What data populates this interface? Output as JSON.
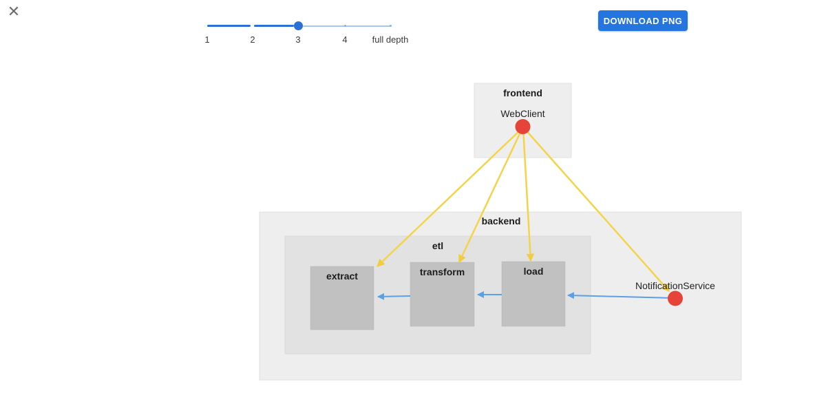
{
  "header": {
    "close_icon": "✕",
    "download_button_label": "DOWNLOAD PNG"
  },
  "depth_slider": {
    "selected_value": "3",
    "marks": [
      {
        "label": "1"
      },
      {
        "label": "2"
      },
      {
        "label": "3"
      },
      {
        "label": "4"
      },
      {
        "label": "full depth"
      }
    ]
  },
  "colors": {
    "button_blue": "#2575e0",
    "slider_active": "#2b70d4",
    "slider_rail": "#a7c6ef",
    "edge_call": "#f5d349",
    "edge_flow": "#58a0e8",
    "node_red": "#e64438",
    "group_fill": "#eeeeee",
    "subgroup_fill": "#e2e2e2",
    "leaf_fill": "#c1c1c1"
  },
  "diagram": {
    "groups": [
      {
        "id": "frontend",
        "label": "frontend"
      },
      {
        "id": "backend",
        "label": "backend"
      },
      {
        "id": "etl",
        "label": "etl",
        "parent": "backend"
      }
    ],
    "nodes": [
      {
        "id": "webclient",
        "label": "WebClient",
        "group": "frontend",
        "shape": "circle"
      },
      {
        "id": "extract",
        "label": "extract",
        "group": "etl",
        "shape": "box"
      },
      {
        "id": "transform",
        "label": "transform",
        "group": "etl",
        "shape": "box"
      },
      {
        "id": "load",
        "label": "load",
        "group": "etl",
        "shape": "box"
      },
      {
        "id": "notificationservice",
        "label": "NotificationService",
        "group": "backend",
        "shape": "circle"
      }
    ],
    "edges": [
      {
        "from": "WebClient",
        "to": "extract",
        "style": "yellow"
      },
      {
        "from": "WebClient",
        "to": "transform",
        "style": "yellow"
      },
      {
        "from": "WebClient",
        "to": "load",
        "style": "yellow"
      },
      {
        "from": "WebClient",
        "to": "NotificationService",
        "style": "yellow"
      },
      {
        "from": "NotificationService",
        "to": "load",
        "style": "blue"
      },
      {
        "from": "load",
        "to": "transform",
        "style": "blue"
      },
      {
        "from": "transform",
        "to": "extract",
        "style": "blue"
      }
    ]
  }
}
